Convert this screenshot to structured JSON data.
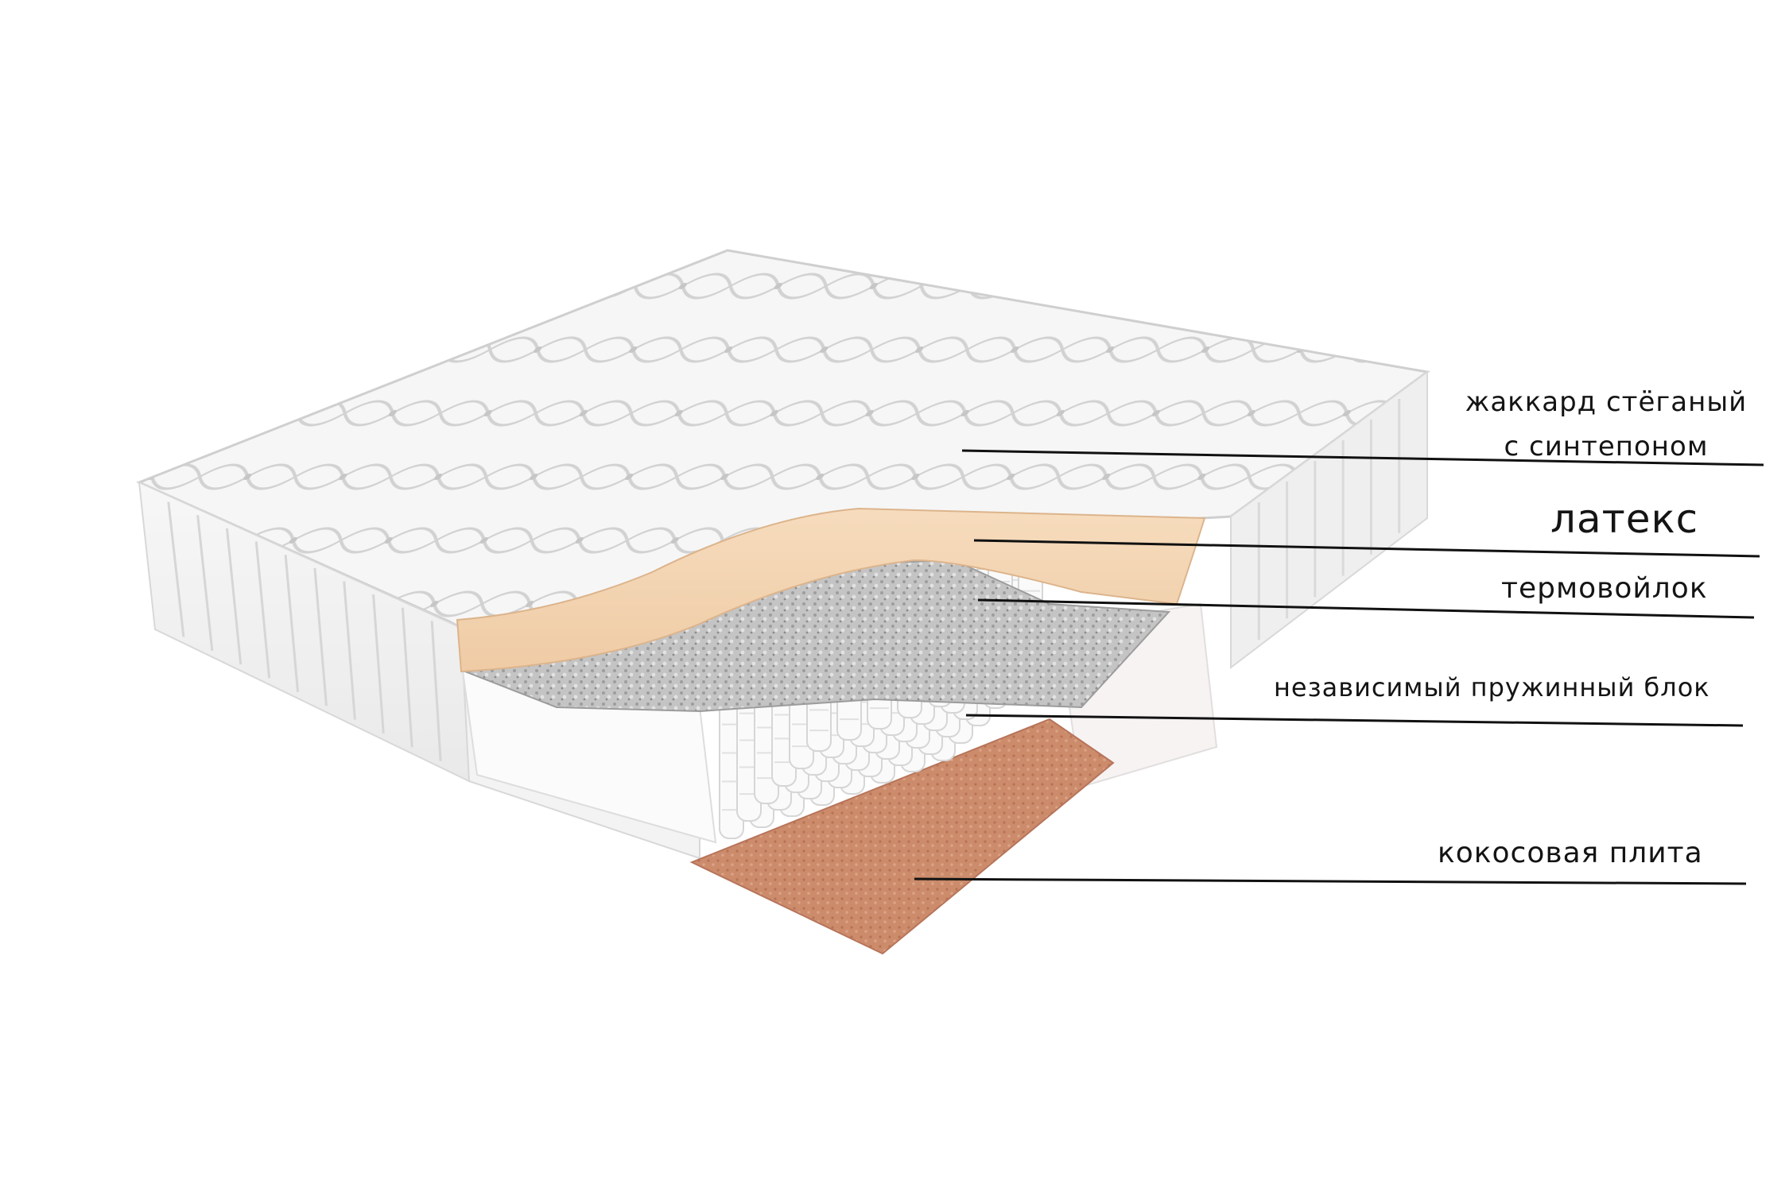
{
  "diagram": {
    "subject": "mattress cross-section layers",
    "layers": [
      {
        "id": "top",
        "lines": [
          "жаккард стёганый",
          "с синтепоном"
        ]
      },
      {
        "id": "latex",
        "label": "латекс"
      },
      {
        "id": "felt",
        "label": "термовойлок"
      },
      {
        "id": "springs",
        "label": "независимый пружинный блок"
      },
      {
        "id": "coconut",
        "label": "кокосовая плита"
      }
    ],
    "colors": {
      "background": "#ffffff",
      "cover": "#f4f4f4",
      "quilt_stitch": "#cfcfcf",
      "latex": "#f3d5b3",
      "felt": "#b9b9b9",
      "springs": "#f8f8f8",
      "coconut": "#c98868",
      "leader_line": "#111111",
      "text": "#141414"
    }
  }
}
